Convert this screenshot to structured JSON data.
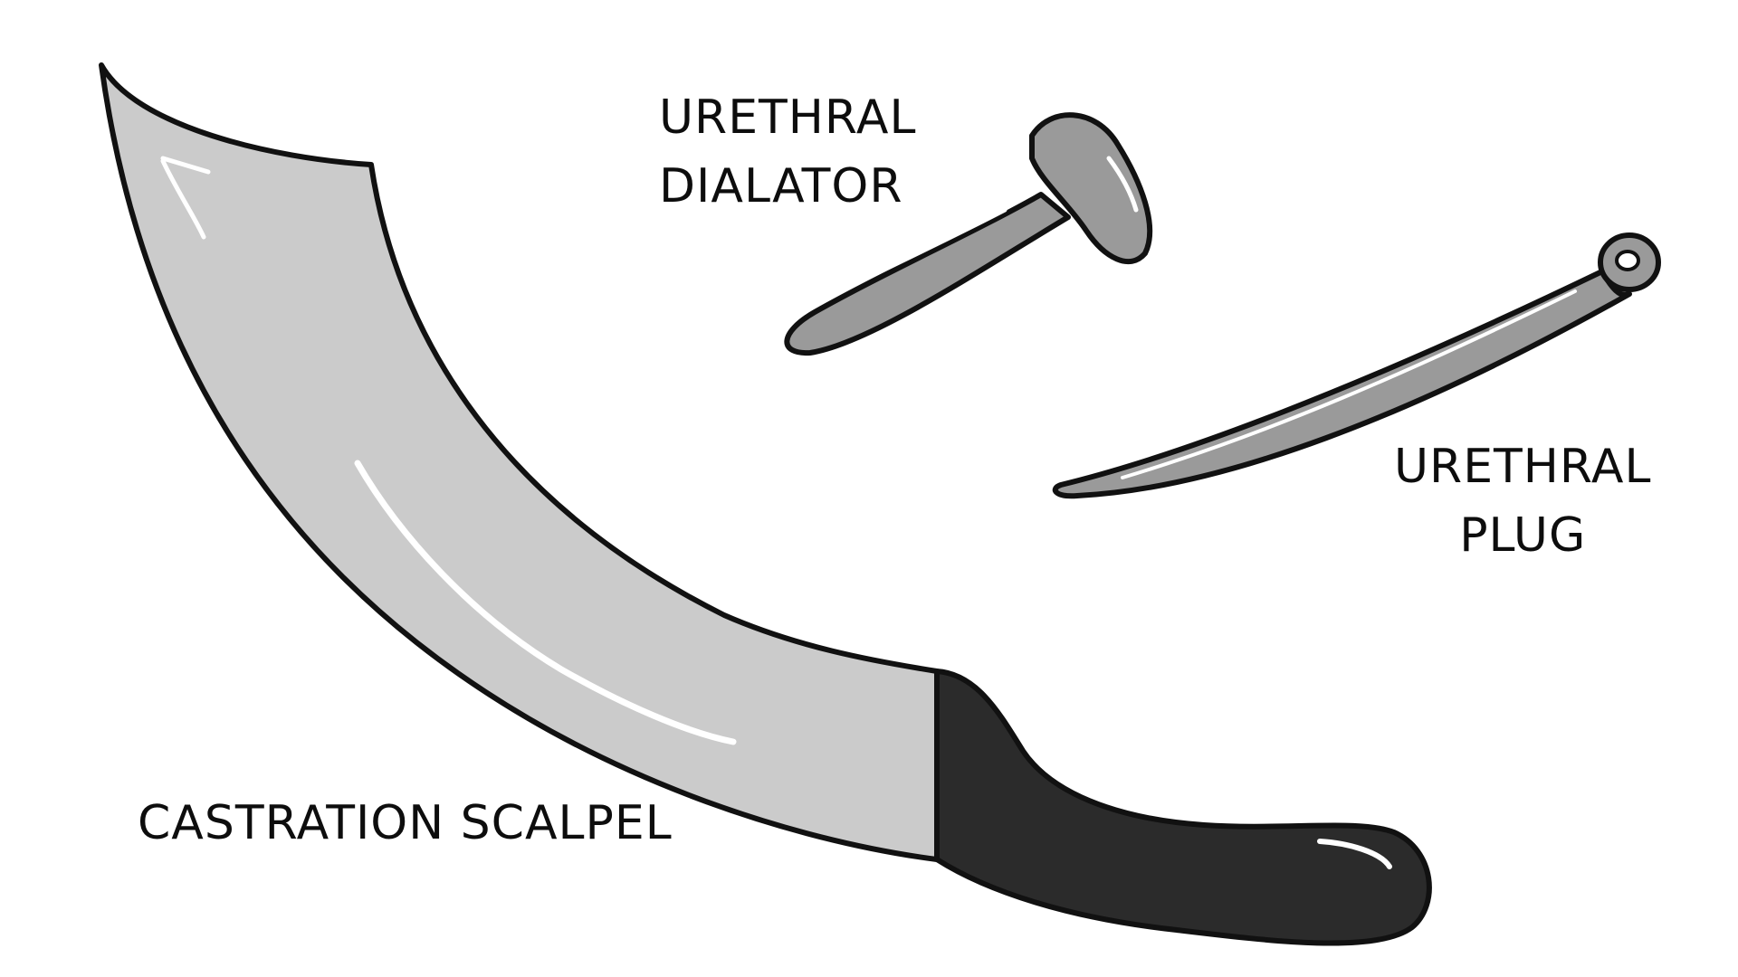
{
  "labels": {
    "urethral_dialator": {
      "line1": "URETHRAL",
      "line2": "DIALATOR"
    },
    "urethral_plug": {
      "line1": "URETHRAL",
      "line2": "PLUG"
    },
    "castration_scalpel": "CASTRATION SCALPEL"
  },
  "colors": {
    "background": "#ffffff",
    "outline": "#111111",
    "blade": "#cbcbcb",
    "handle": "#2b2b2b",
    "metal_tool": "#9a9a9a",
    "highlight": "#ffffff",
    "text": "#0d0d0d"
  }
}
